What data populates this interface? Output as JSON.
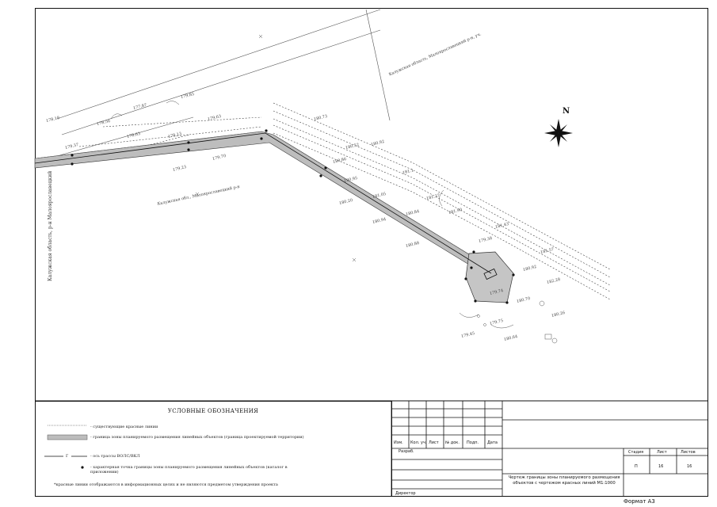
{
  "legend": {
    "title": "УСЛОВНЫЕ ОБОЗНАЧЕНИЯ",
    "items": [
      {
        "symbol": "dotted-line",
        "text": "- существующие красные линии"
      },
      {
        "symbol": "hatched-band",
        "text": "- граница зоны планируемого размещения линейных объектов (граница проектируемой территории)"
      },
      {
        "symbol": "track-line",
        "marker": "Г",
        "text": "- ось трассы ВОЛС/ВКЛ"
      },
      {
        "symbol": "dot",
        "text": "- характерная точка границы зоны планируемого размещения линейных объектов (каталог в приложении)"
      }
    ],
    "footnote": "*красные линии отображаются в информационных целях и не являются предметом утверждения проекта"
  },
  "stamp": {
    "headers": [
      "Изм.",
      "Кол. уч.",
      "Лист",
      "№ док.",
      "Подп.",
      "Дата"
    ],
    "roles": [
      "Разраб.",
      "Директор"
    ],
    "stage_headers": [
      "Стадия",
      "Лист",
      "Листов"
    ],
    "stage_values": [
      "П",
      "16",
      "16"
    ],
    "title": "Чертеж границы зоны планируемого размещения объектов с чертежом красных линий М1:1000"
  },
  "format_label": "Формат А3",
  "map": {
    "north": "N",
    "vertical_note": "Калужская область, р-н Малоярославецкий",
    "area_label_1": "Калужская область, Малоярославецкий р-н, уч.",
    "area_label_2": "Калужская обл., Малоярославецкий р-н",
    "elevations": [
      "178.18",
      "178.56",
      "177.87",
      "178.63",
      "179.85",
      "179.63",
      "178.13",
      "179.37",
      "179.23",
      "179.70",
      "180.73",
      "180.52",
      "180.92",
      "180.86",
      "180.95",
      "181.1",
      "181.37",
      "181.05",
      "181.90",
      "181.57",
      "182.28",
      "181.43",
      "180.20",
      "180.94",
      "180.88",
      "180.84",
      "179.38",
      "180.92",
      "179.74",
      "180.70",
      "179.75",
      "179.45",
      "180.64",
      "180.26"
    ]
  }
}
